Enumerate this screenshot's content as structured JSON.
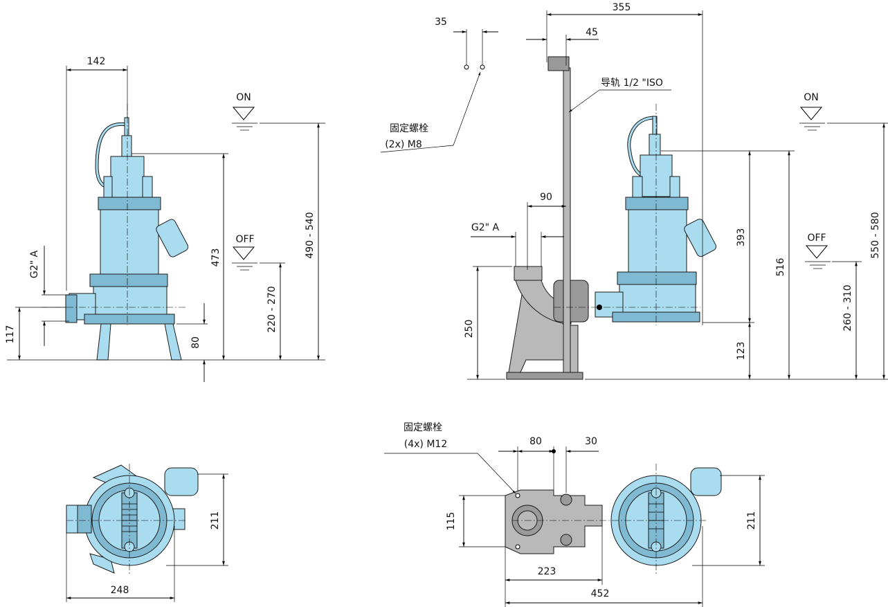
{
  "labels": {
    "on": "ON",
    "off": "OFF",
    "fix_bolt": "固定螺栓",
    "fix_2x": "(2x)  M8",
    "fix_4x": "(4x)  M12",
    "rail": "导轨 1/2 \"ISO",
    "g2a": "G2\"  A"
  },
  "dims": {
    "d142": "142",
    "d473": "473",
    "d490_540": "490 - 540",
    "d220_270": "220 - 270",
    "d80": "80",
    "d117": "117",
    "d248": "248",
    "d211a": "211",
    "d35": "35",
    "d355": "355",
    "d45": "45",
    "d90": "90",
    "d250": "250",
    "d393": "393",
    "d516": "516",
    "d123": "123",
    "d550_580": "550 - 580",
    "d260_310": "260 - 310",
    "d80b": "80",
    "d30": "30",
    "d115": "115",
    "d223": "223",
    "d452": "452",
    "d211b": "211"
  }
}
